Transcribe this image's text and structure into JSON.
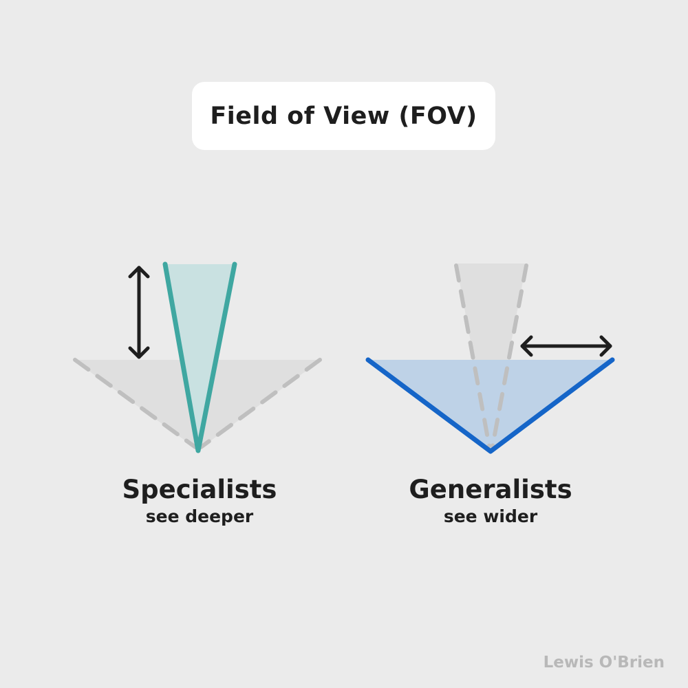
{
  "title": "Field of View (FOV)",
  "specialists": {
    "heading": "Specialists",
    "caption": "see deeper"
  },
  "generalists": {
    "heading": "Generalists",
    "caption": "see wider"
  },
  "credit": "Lewis O'Brien",
  "colors": {
    "background": "#ebebeb",
    "specialist_line": "#3fa7a1",
    "specialist_fill": "#c7e0e0",
    "generalist_line": "#1565c8",
    "generalist_fill": "#bcd1e7",
    "ghost_fill": "#dfdfdf",
    "ghost_dash": "#bfbfbf",
    "arrow": "#1e1e1e",
    "text": "#1e1e1e",
    "credit": "#b8b8b8"
  },
  "icons": {
    "depth_arrow": "vertical-double-arrow-icon",
    "width_arrow": "horizontal-double-arrow-icon"
  }
}
